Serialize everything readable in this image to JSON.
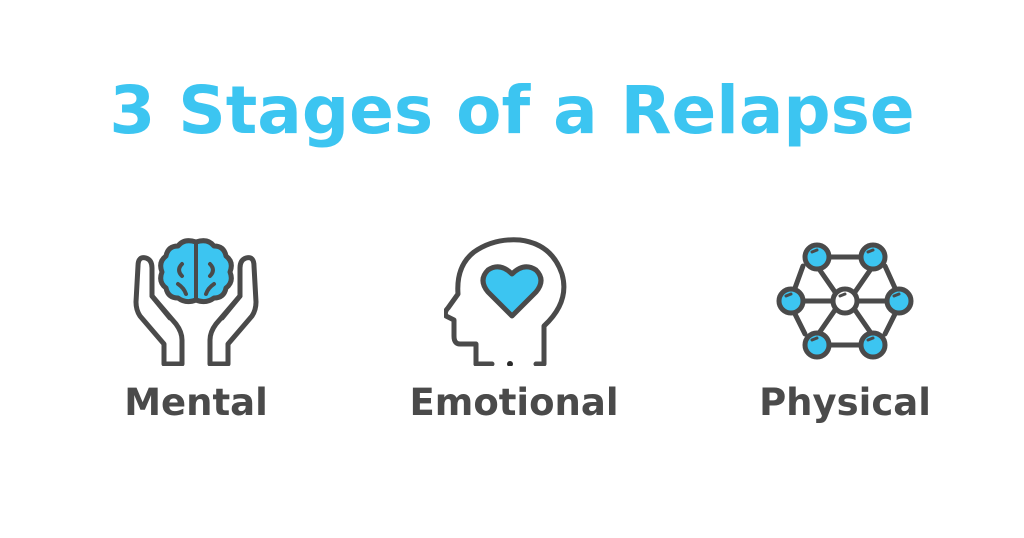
{
  "title": "3 Stages of a Relapse",
  "colors": {
    "accent": "#3cc5f1",
    "stroke": "#4a4a4a",
    "background": "#ffffff"
  },
  "stages": [
    {
      "label": "Mental",
      "icon": "brain-in-hands-icon"
    },
    {
      "label": "Emotional",
      "icon": "head-with-heart-icon"
    },
    {
      "label": "Physical",
      "icon": "molecule-network-icon"
    }
  ]
}
